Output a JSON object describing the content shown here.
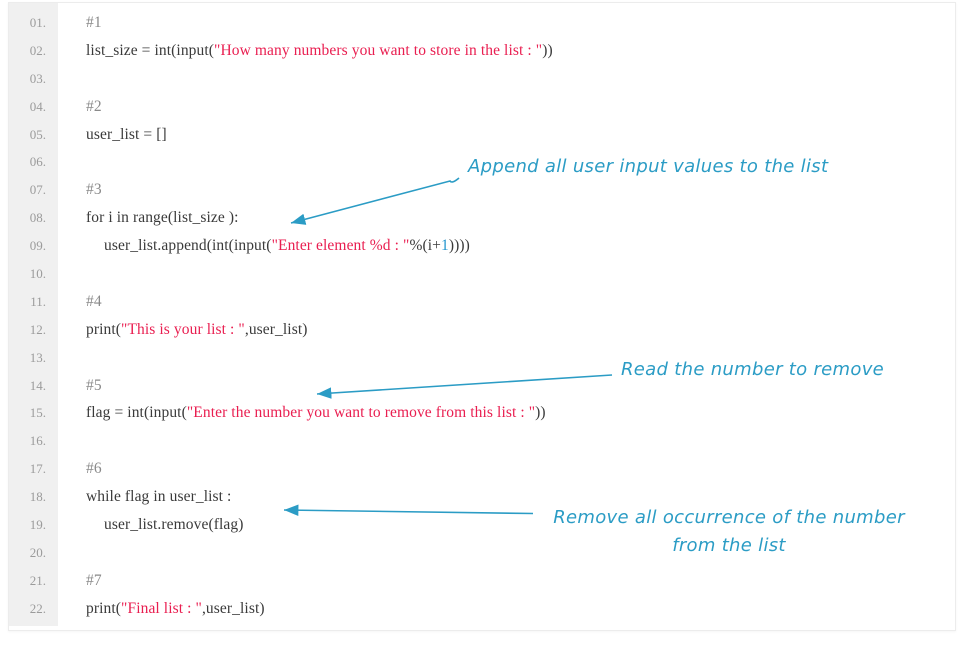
{
  "colors": {
    "annotation": "#2b9cc5",
    "string": "#e91e50",
    "number_literal": "#2496cf",
    "comment": "#8a8a8a",
    "code_text": "#3a3a3a",
    "line_number": "#9b9b9b",
    "gutter_bg": "#f0f0f0",
    "card_border": "#ececec"
  },
  "code": {
    "lines": [
      {
        "num": "01.",
        "segments": [
          {
            "t": "#1",
            "c": "comment"
          }
        ]
      },
      {
        "num": "02.",
        "segments": [
          {
            "t": "list_size = int(input(",
            "c": "code"
          },
          {
            "t": "\"How many numbers you want to store in the list : \"",
            "c": "string"
          },
          {
            "t": "))",
            "c": "code"
          }
        ]
      },
      {
        "num": "03.",
        "segments": []
      },
      {
        "num": "04.",
        "segments": [
          {
            "t": "#2",
            "c": "comment"
          }
        ]
      },
      {
        "num": "05.",
        "segments": [
          {
            "t": "user_list = []",
            "c": "code"
          }
        ]
      },
      {
        "num": "06.",
        "segments": []
      },
      {
        "num": "07.",
        "segments": [
          {
            "t": "#3",
            "c": "comment"
          }
        ]
      },
      {
        "num": "08.",
        "segments": [
          {
            "t": "for i in range(list_size ):",
            "c": "code"
          }
        ]
      },
      {
        "num": "09.",
        "indent": true,
        "segments": [
          {
            "t": "user_list.append(int(input(",
            "c": "code"
          },
          {
            "t": "\"Enter element %d : \"",
            "c": "string"
          },
          {
            "t": "%(i+",
            "c": "code"
          },
          {
            "t": "1",
            "c": "number"
          },
          {
            "t": "))))",
            "c": "code"
          }
        ]
      },
      {
        "num": "10.",
        "segments": []
      },
      {
        "num": "11.",
        "segments": [
          {
            "t": "#4",
            "c": "comment"
          }
        ]
      },
      {
        "num": "12.",
        "segments": [
          {
            "t": "print(",
            "c": "code"
          },
          {
            "t": "\"This is your list : \"",
            "c": "string"
          },
          {
            "t": ",user_list)",
            "c": "code"
          }
        ]
      },
      {
        "num": "13.",
        "segments": []
      },
      {
        "num": "14.",
        "segments": [
          {
            "t": "#5",
            "c": "comment"
          }
        ]
      },
      {
        "num": "15.",
        "segments": [
          {
            "t": "flag = int(input(",
            "c": "code"
          },
          {
            "t": "\"Enter the number you want to remove from this list : \"",
            "c": "string"
          },
          {
            "t": "))",
            "c": "code"
          }
        ]
      },
      {
        "num": "16.",
        "segments": []
      },
      {
        "num": "17.",
        "segments": [
          {
            "t": "#6",
            "c": "comment"
          }
        ]
      },
      {
        "num": "18.",
        "segments": [
          {
            "t": "while flag in user_list :",
            "c": "code"
          }
        ]
      },
      {
        "num": "19.",
        "indent": true,
        "segments": [
          {
            "t": "user_list.remove(flag)",
            "c": "code"
          }
        ]
      },
      {
        "num": "20.",
        "segments": []
      },
      {
        "num": "21.",
        "segments": [
          {
            "t": "#7",
            "c": "comment"
          }
        ]
      },
      {
        "num": "22.",
        "segments": [
          {
            "t": "print(",
            "c": "code"
          },
          {
            "t": "\"Final list : \"",
            "c": "string"
          },
          {
            "t": ",user_list)",
            "c": "code"
          }
        ]
      }
    ]
  },
  "annotations": {
    "append": {
      "text": "Append all user input values to the list"
    },
    "read": {
      "text": "Read the number to remove"
    },
    "remove": {
      "line1": "Remove all occurrence of the number",
      "line2": "from the list"
    }
  }
}
